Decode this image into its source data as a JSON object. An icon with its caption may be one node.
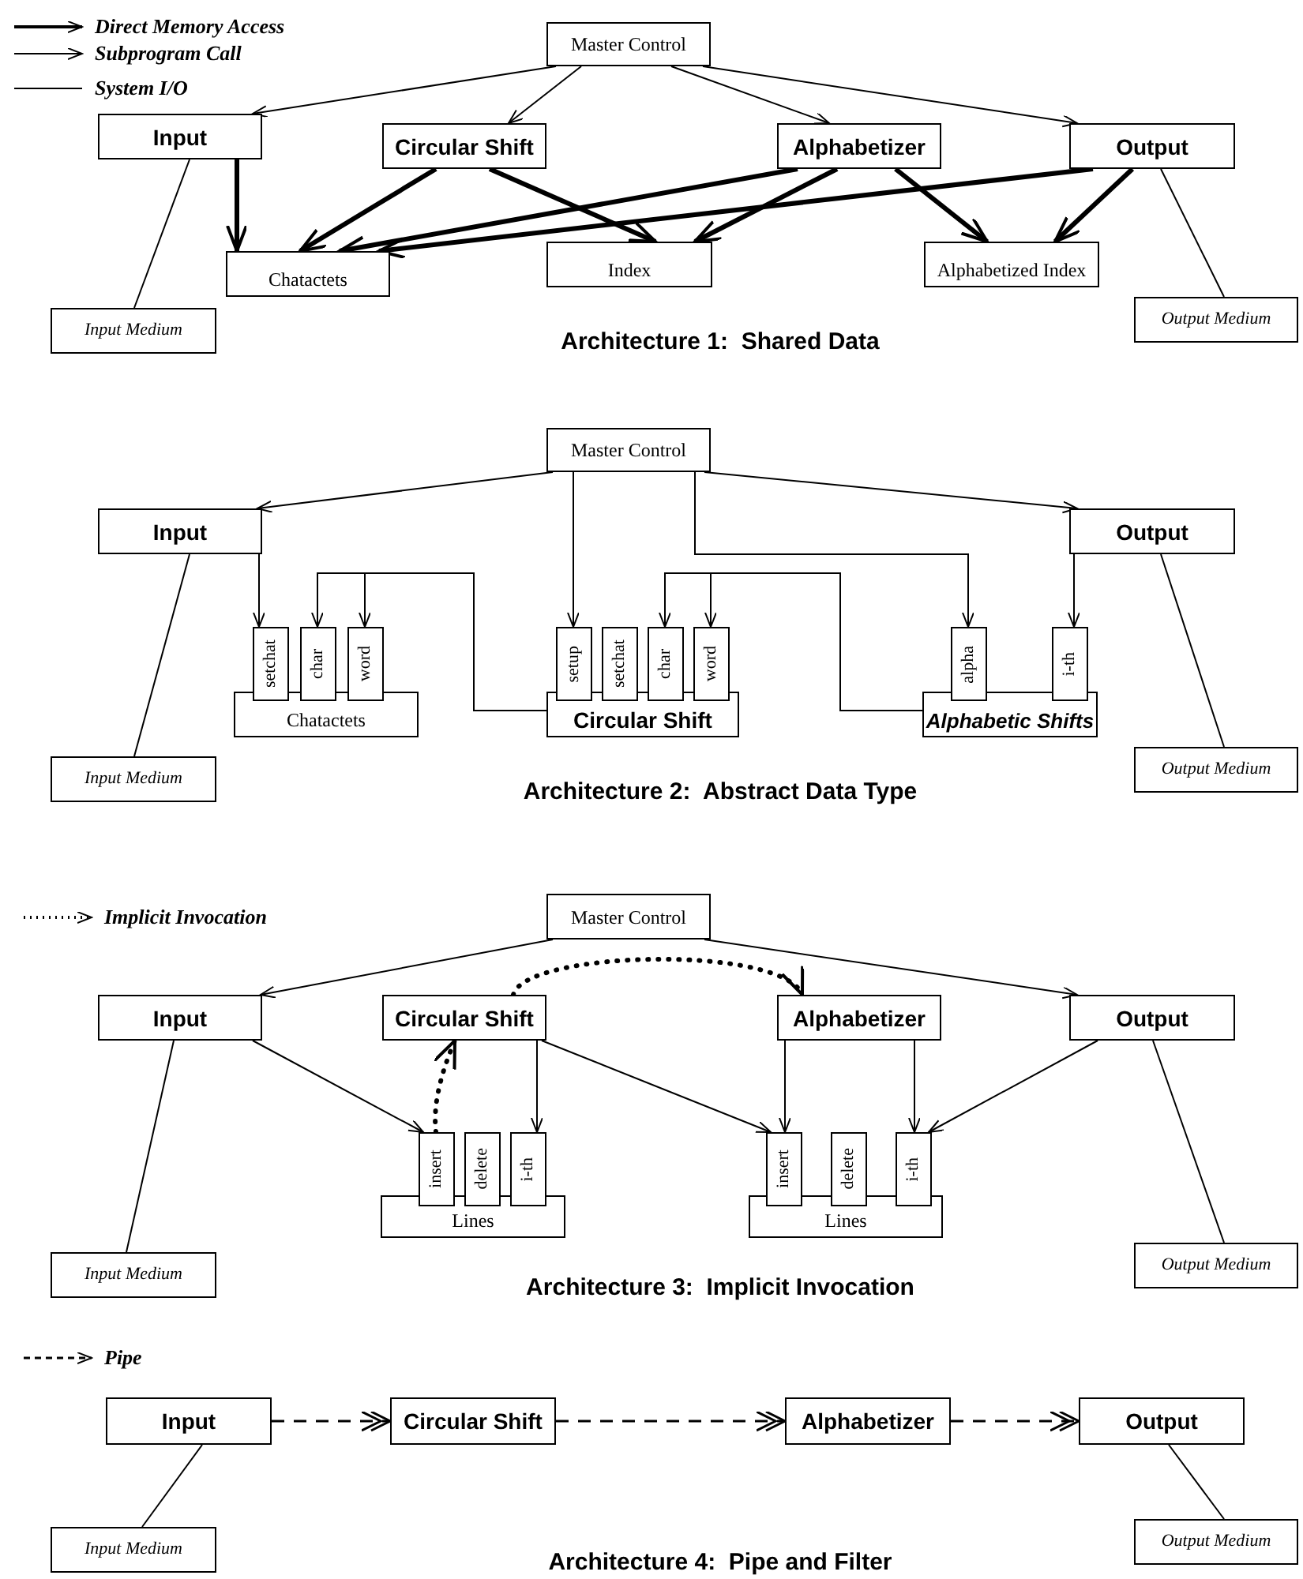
{
  "diagram": {
    "nodes": [
      {
        "text": [
          "Master Control"
        ]
      },
      {
        "text": [
          "Input"
        ]
      },
      {
        "text": [
          "Circular Shift"
        ]
      },
      {
        "text": [
          "Alphabetizer"
        ]
      },
      {
        "text": [
          "Output"
        ]
      },
      {
        "text": [
          "Chatactets"
        ]
      },
      {
        "text": [
          "Index"
        ]
      },
      {
        "text": [
          "Alphabetized Index"
        ]
      },
      {
        "text": [
          "Input Medium"
        ]
      },
      {
        "text": [
          "Output Medium"
        ]
      },
      {
        "text": [
          "Master Control"
        ]
      },
      {
        "text": [
          "Input"
        ]
      },
      {
        "text": [
          "Output"
        ]
      },
      {
        "text": [
          "Chatactets"
        ]
      },
      {
        "text": [
          "setchat"
        ]
      },
      {
        "text": [
          "char"
        ]
      },
      {
        "text": [
          "word"
        ]
      },
      {
        "text": [
          "Circular Shift"
        ]
      },
      {
        "text": [
          "setup"
        ]
      },
      {
        "text": [
          "setchat"
        ]
      },
      {
        "text": [
          "char"
        ]
      },
      {
        "text": [
          "word"
        ]
      },
      {
        "text": [
          "Alphabetic Shifts"
        ]
      },
      {
        "text": [
          "alpha"
        ]
      },
      {
        "text": [
          "i-th"
        ]
      },
      {
        "text": [
          "Input Medium"
        ]
      },
      {
        "text": [
          "Output Medium"
        ]
      },
      {
        "text": [
          "Master Control"
        ]
      },
      {
        "text": [
          "Input"
        ]
      },
      {
        "text": [
          "Circular Shift"
        ]
      },
      {
        "text": [
          "Alphabetizer"
        ]
      },
      {
        "text": [
          "Output"
        ]
      },
      {
        "text": [
          "Lines"
        ]
      },
      {
        "text": [
          "insert"
        ]
      },
      {
        "text": [
          "delete"
        ]
      },
      {
        "text": [
          "i-th"
        ]
      },
      {
        "text": [
          "Lines"
        ]
      },
      {
        "text": [
          "insert"
        ]
      },
      {
        "text": [
          "delete"
        ]
      },
      {
        "text": [
          "i-th"
        ]
      },
      {
        "text": [
          "Input Medium"
        ]
      },
      {
        "text": [
          "Output Medium"
        ]
      },
      {
        "text": [
          "Input"
        ]
      },
      {
        "text": [
          "Circular Shift"
        ]
      },
      {
        "text": [
          "Alphabetizer"
        ]
      },
      {
        "text": [
          "Output"
        ]
      },
      {
        "text": [
          "Input Medium"
        ]
      },
      {
        "text": [
          "Output Medium"
        ]
      }
    ],
    "edges": [
      {
        "from": 0,
        "to": 1,
        "arrow": "to"
      },
      {
        "from": 0,
        "to": 2,
        "arrow": "to"
      },
      {
        "from": 0,
        "to": 3,
        "arrow": "to"
      },
      {
        "from": 0,
        "to": 4,
        "arrow": "to"
      },
      {
        "from": 1,
        "to": 5,
        "arrow": "to",
        "style": "thick"
      },
      {
        "from": 2,
        "to": 5,
        "arrow": "to",
        "style": "thick"
      },
      {
        "from": 2,
        "to": 6,
        "arrow": "to",
        "style": "thick"
      },
      {
        "from": 3,
        "to": 5,
        "arrow": "to",
        "style": "thick"
      },
      {
        "from": 3,
        "to": 6,
        "arrow": "to",
        "style": "thick"
      },
      {
        "from": 3,
        "to": 7,
        "arrow": "to",
        "style": "thick"
      },
      {
        "from": 4,
        "to": 5,
        "arrow": "to",
        "style": "thick"
      },
      {
        "from": 4,
        "to": 7,
        "arrow": "to",
        "style": "thick"
      },
      {
        "from": 1,
        "to": 8,
        "arrow": "none"
      },
      {
        "from": 4,
        "to": 9,
        "arrow": "none"
      },
      {
        "from": 10,
        "to": 11,
        "arrow": "to"
      },
      {
        "from": 10,
        "to": 12,
        "arrow": "to"
      },
      {
        "from": 10,
        "to": 18,
        "arrow": "to"
      },
      {
        "from": 10,
        "to": 23,
        "arrow": "to"
      },
      {
        "from": 11,
        "to": 14,
        "arrow": "to"
      },
      {
        "from": 17,
        "to": 15,
        "arrow": "to"
      },
      {
        "from": 17,
        "to": 16,
        "arrow": "to"
      },
      {
        "from": 22,
        "to": 20,
        "arrow": "to"
      },
      {
        "from": 22,
        "to": 21,
        "arrow": "to"
      },
      {
        "from": 12,
        "to": 24,
        "arrow": "to"
      },
      {
        "from": 11,
        "to": 25,
        "arrow": "none"
      },
      {
        "from": 12,
        "to": 26,
        "arrow": "none"
      },
      {
        "from": 27,
        "to": 28,
        "arrow": "to"
      },
      {
        "from": 27,
        "to": 31,
        "arrow": "to"
      },
      {
        "from": 28,
        "to": 33,
        "arrow": "to"
      },
      {
        "from": 29,
        "to": 35,
        "arrow": "to"
      },
      {
        "from": 29,
        "to": 37,
        "arrow": "to"
      },
      {
        "from": 30,
        "to": 37,
        "arrow": "to"
      },
      {
        "from": 30,
        "to": 39,
        "arrow": "to"
      },
      {
        "from": 31,
        "to": 39,
        "arrow": "to"
      },
      {
        "from": 33,
        "to": 29,
        "arrow": "to",
        "style": "dashed"
      },
      {
        "from": 29,
        "to": 30,
        "arrow": "to",
        "style": "dashed"
      },
      {
        "from": 28,
        "to": 40,
        "arrow": "none"
      },
      {
        "from": 31,
        "to": 41,
        "arrow": "none"
      },
      {
        "from": 42,
        "to": 43,
        "arrow": "to",
        "style": "dashed"
      },
      {
        "from": 43,
        "to": 44,
        "arrow": "to",
        "style": "dashed"
      },
      {
        "from": 44,
        "to": 45,
        "arrow": "to",
        "style": "dashed"
      },
      {
        "from": 42,
        "to": 46,
        "arrow": "none"
      },
      {
        "from": 45,
        "to": 47,
        "arrow": "none"
      }
    ],
    "labels": [
      "Architecture 1:  Shared Data",
      "Architecture 2:  Abstract Data Type",
      "Architecture 3:  Implicit Invocation",
      "Architecture 4:  Pipe and Filter"
    ],
    "legend": [
      {
        "text": "Direct Memory Access"
      },
      {
        "text": "Subprogram Call"
      },
      {
        "text": "System I/O"
      },
      {
        "text": "Implicit Invocation"
      },
      {
        "text": "Pipe"
      }
    ]
  }
}
